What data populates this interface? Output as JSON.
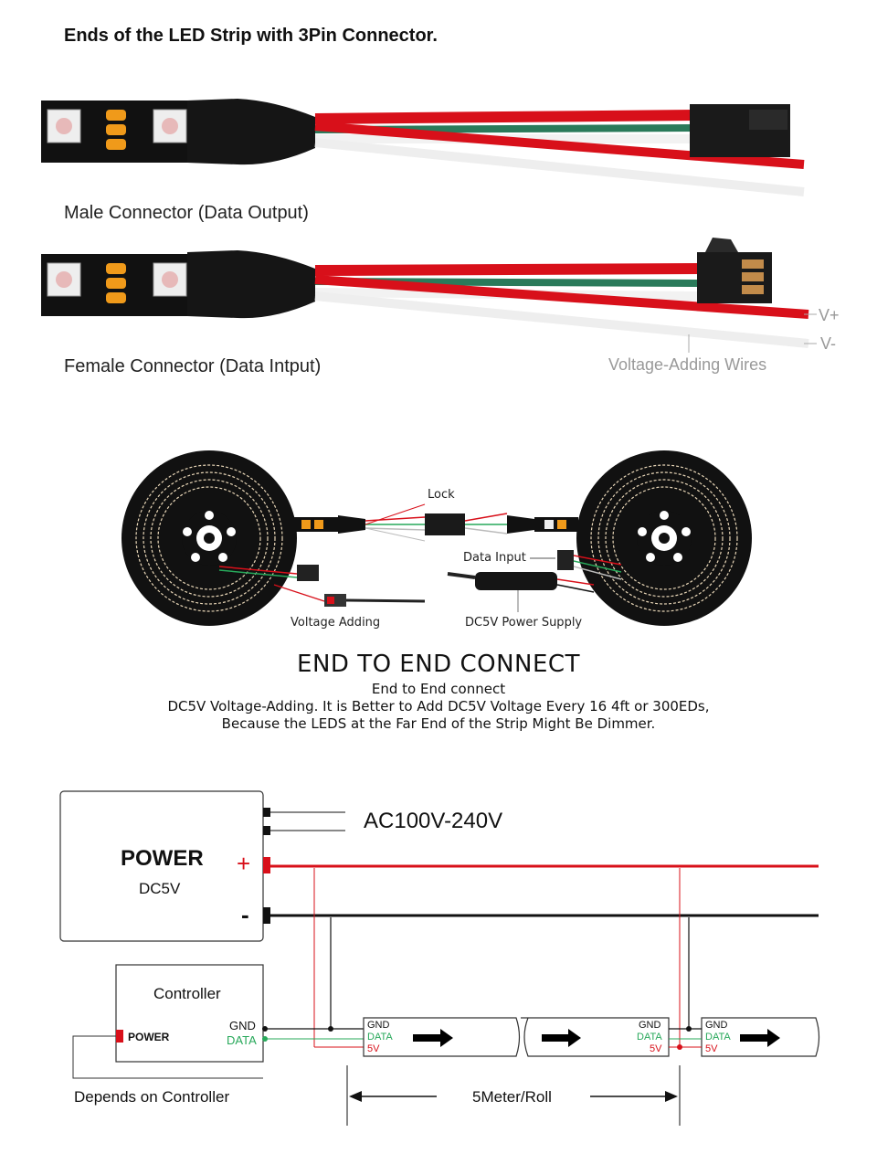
{
  "section1": {
    "title": "Ends of the LED Strip with 3Pin Connector.",
    "male_label": "Male Connector (Data Output)",
    "female_label": "Female Connector (Data Intput)",
    "voltage_wires_label": "Voltage-Adding Wires",
    "vplus": "V+",
    "vminus": "V-"
  },
  "section2": {
    "lock": "Lock",
    "data_input": "Data Input",
    "voltage_adding": "Voltage Adding",
    "power_supply": "DC5V Power Supply",
    "title": "END TO END CONNECT",
    "line1": "End to End connect",
    "line2": "DC5V Voltage-Adding. It is Better to Add DC5V Voltage Every 16 4ft or 300EDs,",
    "line3": "Because the LEDS at the Far End of the Strip Might Be Dimmer."
  },
  "section3": {
    "power_title": "POWER",
    "power_sub": "DC5V",
    "plus": "+",
    "minus": "-",
    "ac": "AC100V-240V",
    "controller": "Controller",
    "ctrl_power": "POWER",
    "ctrl_gnd": "GND",
    "ctrl_data": "DATA",
    "depends": "Depends on Controller",
    "length": "5Meter/Roll",
    "seg_gnd": "GND",
    "seg_data": "DATA",
    "seg_5v": "5V"
  },
  "colors": {
    "red": "#d8101a",
    "green": "#27a85a",
    "black": "#111111"
  }
}
